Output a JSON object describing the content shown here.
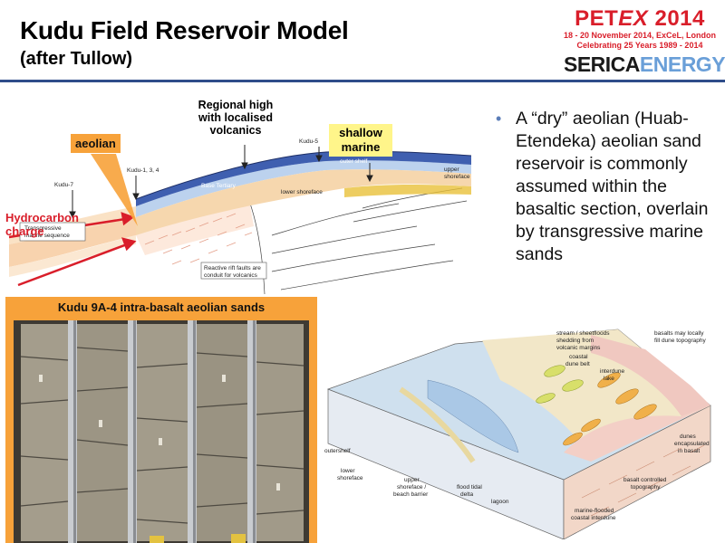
{
  "header": {
    "title": "Kudu Field Reservoir Model",
    "subtitle": "(after Tullow)"
  },
  "logos": {
    "petex_pet": "PET",
    "petex_ex": "EX",
    "petex_year": "2014",
    "petex_line1": "18 - 20 November 2014, ExCeL, London",
    "petex_line2": "Celebrating 25 Years 1989 - 2014",
    "serica_a": "SERICA",
    "serica_b": "ENERGY"
  },
  "bullet": {
    "text": "A “dry” aeolian (Huab-Etendeka) aeolian sand reservoir is commonly assumed within the basaltic section, overlain by transgressive marine sands"
  },
  "cross_section": {
    "label_aeolian": "aeolian",
    "label_regional_high_1": "Regional high",
    "label_regional_high_2": "with localised",
    "label_regional_high_3": "volcanics",
    "label_shallow_marine_1": "shallow",
    "label_shallow_marine_2": "marine",
    "label_hydrocarbon_1": "Hydrocarbon",
    "label_hydrocarbon_2": "charge",
    "well_kudu7": "Kudu-7",
    "well_kudu134": "Kudu-1, 3, 4",
    "well_kudu5": "Kudu-5",
    "label_transgressive_1": "Transgressive",
    "label_transgressive_2": "marine sequence",
    "label_rift_1": "Reactive rift faults are",
    "label_rift_2": "conduit for volcanics",
    "label_base_tertiary": "Base Tertiary",
    "label_outer_shelf": "outer shelf",
    "label_lower_shoreface": "lower shoreface",
    "label_upper_shoreface_1": "upper",
    "label_upper_shoreface_2": "shoreface"
  },
  "core_panel": {
    "title": "Kudu 9A-4 intra-basalt aeolian sands"
  },
  "block_diagram": {
    "label_stream": "stream / sheetfloods",
    "label_stream2": "shedding from",
    "label_stream3": "volcanic margins",
    "label_basalts": "basalts may locally",
    "label_basalts2": "fill dune topography",
    "label_coastal": "coastal",
    "label_coastal2": "dune belt",
    "label_interdune": "interdune",
    "label_interdune2": "lake",
    "label_outershelf": "outershelf",
    "label_lower": "lower",
    "label_lower2": "shoreface",
    "label_upper": "upper",
    "label_upper2": "shoreface /",
    "label_upper3": "beach barrier",
    "label_flood": "flood tidal",
    "label_flood2": "delta",
    "label_lagoon": "lagoon",
    "label_marine": "marine-flooded",
    "label_marine2": "coastal interdune",
    "label_basalt_ctrl": "basalt controlled",
    "label_basalt_ctrl2": "topography",
    "label_dunes": "dunes",
    "label_dunes2": "encapsulated",
    "label_dunes3": "in basalt"
  },
  "colors": {
    "title": "#000000",
    "divider": "#2f4d8a",
    "accent_orange": "#f7a23a",
    "label_yellow": "#fff58a",
    "red": "#d91e2a",
    "marine_blue": "#3f5fb0"
  }
}
